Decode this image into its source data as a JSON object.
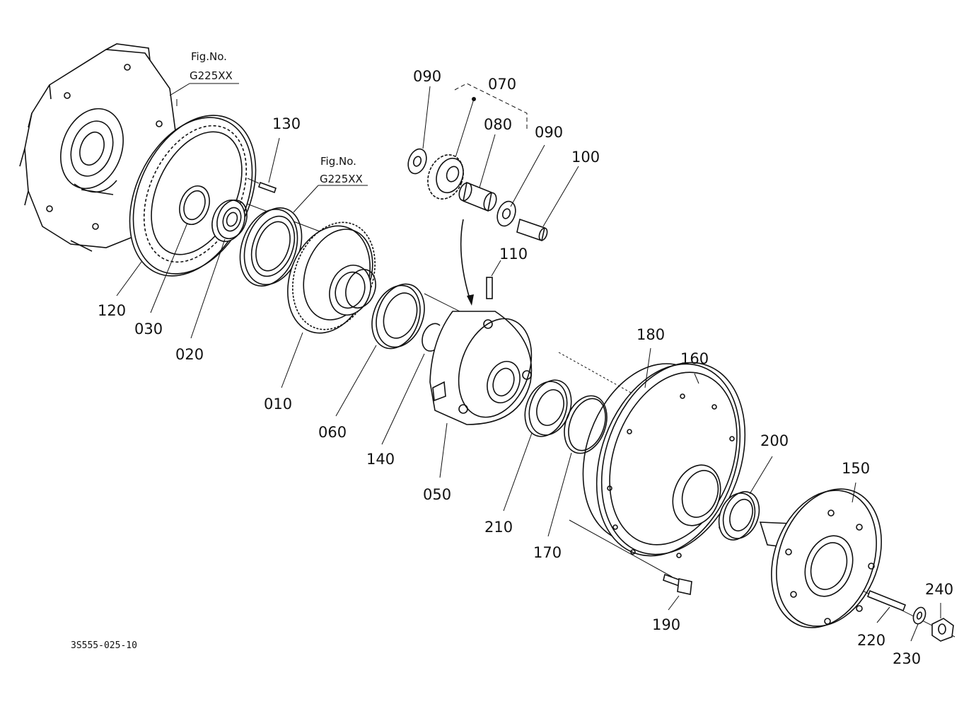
{
  "figure_refs": [
    {
      "line1": "Fig.No.",
      "line2": "G225XX"
    },
    {
      "line1": "Fig.No.",
      "line2": "G225XX"
    }
  ],
  "drawing_code": "3S555-025-10",
  "callouts": {
    "c010": "010",
    "c020": "020",
    "c030": "030",
    "c050": "050",
    "c060": "060",
    "c070": "070",
    "c080": "080",
    "c090a": "090",
    "c090b": "090",
    "c100": "100",
    "c110": "110",
    "c120": "120",
    "c130": "130",
    "c140": "140",
    "c150": "150",
    "c160": "160",
    "c170": "170",
    "c180": "180",
    "c190": "190",
    "c200": "200",
    "c210": "210",
    "c220": "220",
    "c230": "230",
    "c240": "240"
  }
}
